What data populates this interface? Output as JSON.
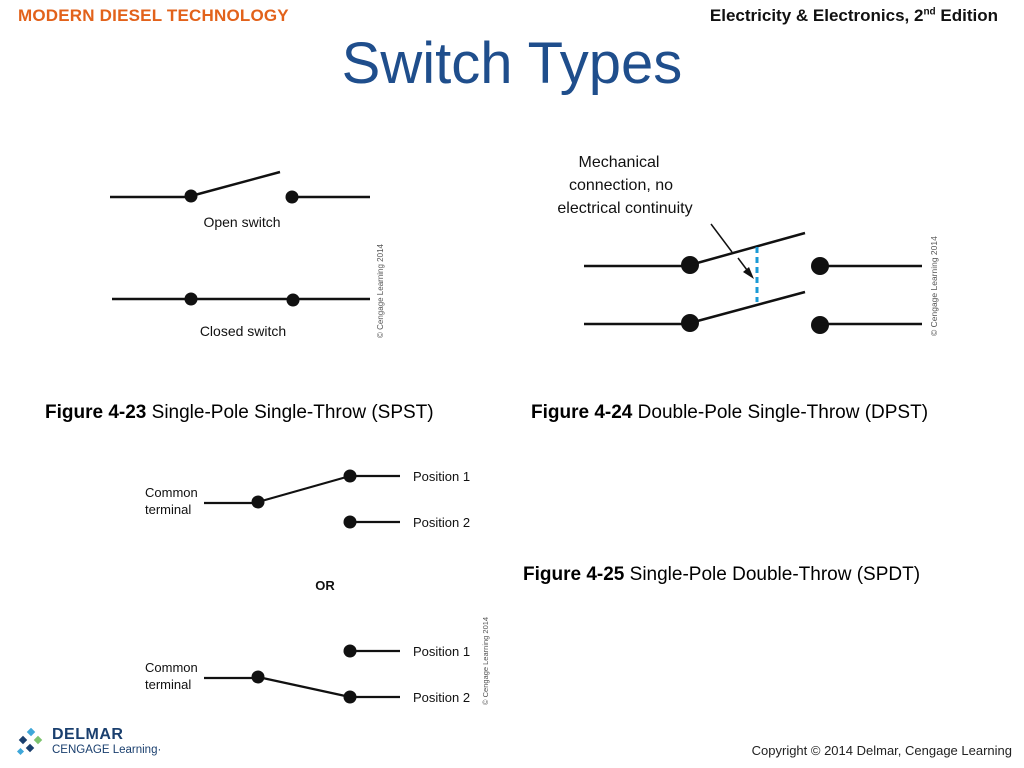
{
  "header": {
    "left_title": "MODERN DIESEL TECHNOLOGY",
    "right_title": "Electricity & Electronics, 2",
    "right_title_sup": "nd",
    "right_title_end": " Edition"
  },
  "slide_title": "Switch Types",
  "figures": {
    "spst": {
      "number": "Figure 4-23",
      "caption": " Single-Pole Single-Throw (SPST)",
      "open_label": "Open switch",
      "closed_label": "Closed switch",
      "credit": "© Cengage Learning 2014"
    },
    "dpst": {
      "number": "Figure 4-24",
      "caption": " Double-Pole Single-Throw (DPST)",
      "annotation_line1": "Mechanical",
      "annotation_line2": "connection, no",
      "annotation_line3": "electrical continuity",
      "credit": "© Cengage Learning 2014",
      "link_color": "#1a9ad6"
    },
    "spdt": {
      "number": "Figure 4-25",
      "caption": " Single-Pole Double-Throw (SPDT)",
      "common_line1": "Common",
      "common_line2": "terminal",
      "position1": "Position 1",
      "position2": "Position 2",
      "or_label": "OR",
      "credit": "© Cengage Learning 2014"
    }
  },
  "footer": {
    "copyright": "Copyright © 2014 Delmar, Cengage Learning",
    "logo_line1": "DELMAR",
    "logo_line2": "CENGAGE Learning",
    "logo_tm": "·"
  }
}
